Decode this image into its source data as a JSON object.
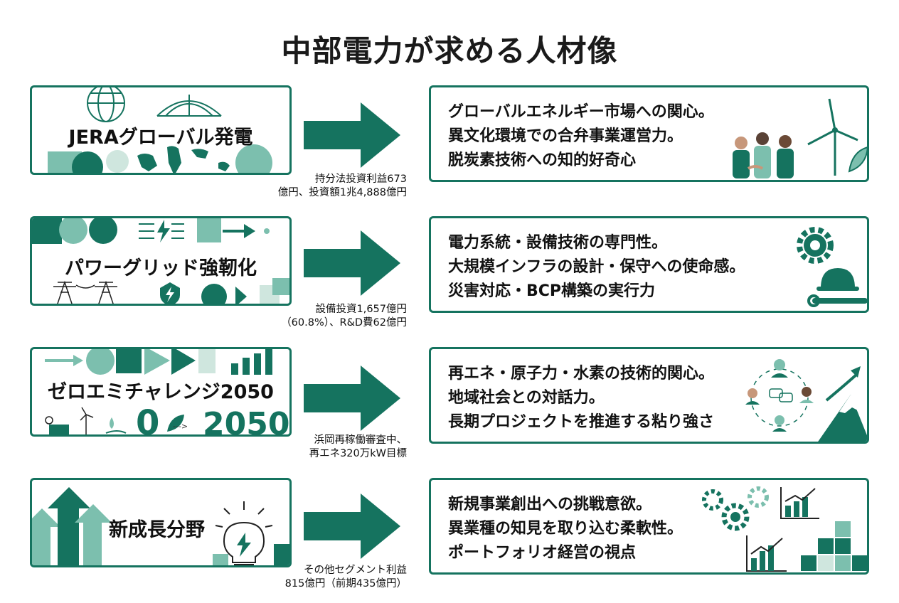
{
  "title": "中部電力が求める人材像",
  "rows": [
    {
      "label": "JERAグローバル発電",
      "note1": "持分法投資利益673",
      "note2": "億円、投資額1兆4,888億円",
      "lines": [
        "グローバルエネルギー市場への関心。",
        "異文化環境での合弁事業運営力。",
        "脱炭素技術への知的好奇心"
      ]
    },
    {
      "label": "パワーグリッド強靭化",
      "note1": "設備投資1,657億円",
      "note2": "（60.8%）、R&D費62億円",
      "lines": [
        "電力系統・設備技術の専門性。",
        "大規模インフラの設計・保守への使命感。",
        "災害対応・BCP構築の実行力"
      ]
    },
    {
      "label": "ゼロエミチャレンジ2050",
      "big_zero": "0",
      "big_year": "2050",
      "note1": "浜岡再稼働審査中、",
      "note2": "再エネ320万kW目標",
      "lines": [
        "再エネ・原子力・水素の技術的関心。",
        "地域社会との対話力。",
        "長期プロジェクトを推進する粘り強さ"
      ]
    },
    {
      "label": "新成長分野",
      "note1": "その他セグメント利益",
      "note2": "815億円（前期435億円）",
      "lines": [
        "新規事業創出への挑戦意欲。",
        "異業種の知見を取り込む柔軟性。",
        "ポートフォリオ経営の視点"
      ]
    }
  ],
  "colors": {
    "primary": "#15735f",
    "light": "#7cbfae",
    "pale": "#cfe6de",
    "text": "#111111"
  }
}
